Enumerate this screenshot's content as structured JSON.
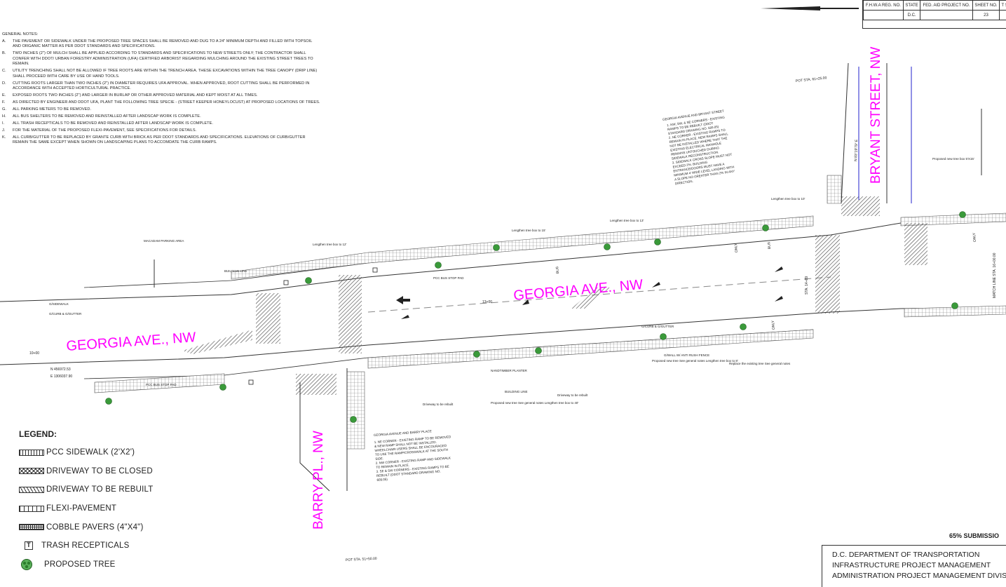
{
  "general_notes": {
    "heading": "GENERAL NOTES:",
    "items": [
      {
        "key": "A.",
        "text": "THE PAVEMENT OR SIDEWALK UNDER THE PROPOSED TREE SPACES SHALL BE REMOVED AND DUG TO A 24\" MINIMUM DEPTH AND FILLED WITH TOPSOIL AND ORGANIC MATTER AS PER DDOT STANDARDS AND SPECIFICATIONS."
      },
      {
        "key": "B.",
        "text": "TWO INCHES (2\") OF MULCH SHALL BE APPLIED ACCORDING TO STANDARDS AND SPECIFICATIONS TO NEW STREETS ONLY; THE CONTRACTOR SHALL CONFER WITH DDOT/ URBAN FORESTRY ADMINISTRATION (UFA) CERTIFIED ARBORIST REGARDING MULCHING AROUND THE EXISTING STREET TREES TO REMAIN."
      },
      {
        "key": "C.",
        "text": "UTILITY TRENCHING SHALL NOT BE ALLOWED IF TREE ROOTS ARE WITHIN THE TRENCH AREA. THESE EXCAVATIONS WITHIN THE TREE CANOPY (DRIP LINE) SHALL PROCEED WITH CARE BY USE OF HAND TOOLS."
      },
      {
        "key": "D.",
        "text": "CUTTING ROOTS LARGER THAN TWO INCHES (2\") IN DIAMETER REQUIRES UFA APPROVAL. WHEN APPROVED, ROOT CUTTING SHALL BE PERFORMED IN ACCORDANCE WITH ACCEPTED HORTICULTURAL PRACTICE."
      },
      {
        "key": "E.",
        "text": "EXPOSED ROOTS TWO INCHES (2\") AND LARGER IN BURLAP OR OTHER APPROVED MATERIAL AND KEPT MOIST AT ALL TIMES."
      },
      {
        "key": "F.",
        "text": "AS DIRECTED BY ENGINEER AND DDOT UFA, PLANT THE FOLLOWING TREE SPECIE - (STREET KEEPER HONEYLOCUST) AT PROPOSED LOCATIONS OF TREES."
      },
      {
        "key": "G.",
        "text": "ALL PARKING METERS TO BE REMOVED."
      },
      {
        "key": "H.",
        "text": "ALL BUS SHELTERS TO BE REMOVED AND REINSTALLED AFTER LANDSCAP WORK IS COMPLETE."
      },
      {
        "key": "I.",
        "text": "ALL TRASH RECEPTICALS TO BE REMOVED AND REINSTALLED AFTER LANDSCAP WORK IS COMPLETE."
      },
      {
        "key": "J.",
        "text": "FOR THE MATERIAL OF THE PROPOSED FLEXI-PAVEMENT, SEE SPECIFICATIONS FOR DETAILS."
      },
      {
        "key": "K.",
        "text": "ALL CURB/GUTTER TO BE REPLACED BY GRANTE CURB WITH BRICK AS PER DDOT STANDARDS AND SPECIFICATIONS. ELEVATIONS OF CURB/GUTTER REMAIN THE SAME EXCEPT WHEN SHOWN ON LANDSCAPING PLANS TO ACCOMDATE THE CURB RAMPS."
      }
    ]
  },
  "legend": {
    "title": "LEGEND:",
    "items": [
      {
        "label": "PCC SIDEWALK (2'X2')",
        "swatch": "pcc"
      },
      {
        "label": "DRIVEWAY TO BE CLOSED",
        "swatch": "close"
      },
      {
        "label": "DRIVEWAY TO BE REBUILT",
        "swatch": "rebuilt"
      },
      {
        "label": "FLEXI-PAVEMENT",
        "swatch": "flexi"
      },
      {
        "label": "COBBLE PAVERS (4\"X4\")",
        "swatch": "cobble"
      },
      {
        "label": "TRASH RECEPTICALS",
        "swatch": "trash",
        "glyph": "T"
      },
      {
        "label": "PROPOSED TREE",
        "swatch": "tree"
      }
    ]
  },
  "title_block": {
    "headers": [
      "F.H.W.A REG. NO.",
      "STATE",
      "FED. AID PROJECT NO.",
      "SHEET NO.",
      "T S"
    ],
    "values": [
      "",
      "D.C.",
      "",
      "23",
      ""
    ]
  },
  "submission": "65% SUBMISSIO",
  "agency": {
    "line1": "D.C.    DEPARTMENT OF TRANSPORTATION",
    "line2": "INFRASTRUCTURE PROJECT MANAGEMENT",
    "line3": "ADMINISTRATION PROJECT MANAGEMENT DIVIS"
  },
  "streets": {
    "georgia_left": "GEORGIA  AVE., NW",
    "georgia_center": "GEORGIA  AVE., NW",
    "barry": "BARRY PL., NW",
    "bryant": "BRYANT  STREET, NW"
  },
  "notes_barry": {
    "title": "GEORGIA AVENUE AND BARRY PLACE",
    "lines": [
      "1. NE CORNER - EXISTING RAMP TO BE REMOVED",
      "& NEW RAMP SHALL NOT BE INSTALLED.",
      "WHEELCHAIR USERS SHALL BE ENCOURAGED",
      "TO USE THE RAMP/CROSSWALK AT THE SOUTH",
      "SIDE.",
      "2. NW CORNER - EXISTING RAMP AND SIDEWALK",
      "TO REMAIN IN PLACE.",
      "3. SE & SW CORNERS - EXISTING RAMPS TO BE",
      "REBUILT (DDOT STANDARD DRAWING NO.",
      "609.05)"
    ]
  },
  "notes_bryant": {
    "title": "GEORGIA AVENUE AND BRYANT STREET",
    "lines": [
      "1. NW, SW, & SE CORNERS - EXISTING",
      "RAMPS TO BE REBUILT (DDOT",
      "STANDARD DRAWING NO. 609.05)",
      "2. NE CORNER - EXISTING RAMPS TO",
      "REMAIN IN PLACE. NEW RAMPS SHALL",
      "NOT BE INSTALLED WHERE THAT THE",
      "EXISTING ELECTRICAL MANHOLE",
      "REMAINS UNTOUCHED DURING",
      "SIDEWALK RECONSTRUCTION.",
      "3. SIDEWALK CROSS SLOPE MUST NOT",
      "EXCEED 2%. BUILDING",
      "ENTRANCE/DOORS MUST HAVE A",
      "MINIMUM 4' WIDE LEVEL LANDING WITH",
      "A SLOPE NO GREATER THAN 2% IN ANY",
      "DIRECTION."
    ]
  },
  "labels": {
    "match_line": "MATCH LINE STA. 16+00.00",
    "pot_bottom": "POT STA. 51+50.00",
    "pot_top": "POT STA. 61+25.00",
    "coord_n": "N 456972.53",
    "coord_e": "E 1306037.90",
    "sta_left": "10+00",
    "bearing": "N 83°19'79\" E",
    "sta_center": "13+00",
    "sta_right": "STA. 14+89",
    "pcc_bus_left": "PCC BUS STOP PAD",
    "pcc_bus_top": "PCC BUS STOP PAD",
    "macadam": "MACADAM PARKING AREA",
    "sidewalk": "G/SIDEWALK",
    "curb_gutter": "G/CURB & G/GUTTER",
    "bldg_line": "BUILDING LINE",
    "planter": "NANDTIMBER PLANTER",
    "wall_fence": "G/WALL W/ ANTI RUSH FENCE",
    "bus": "BUS",
    "only": "ONLY",
    "driveway_rebuilt_1": "Driveway to be rebuilt",
    "driveway_rebuilt_2": "Driveway to be rebuilt",
    "tree_box_12": "Lengthen tree box to 12'",
    "tree_box_15": "Lengthen tree box to 15'",
    "tree_box_13": "Lengthen tree box to 13'",
    "tree_box_10": "Lengthen tree box to 10'",
    "tree_box_8": "Proposed new tree box 5'X15'",
    "proposed_tree_1": "Proposed new tree See general notes Lengthen tree box to 8'",
    "replace_tree": "Replace the existing tree See general notes",
    "proposed_tree_2": "Proposed new tree See general notes Lengthen tree box to 40'"
  }
}
